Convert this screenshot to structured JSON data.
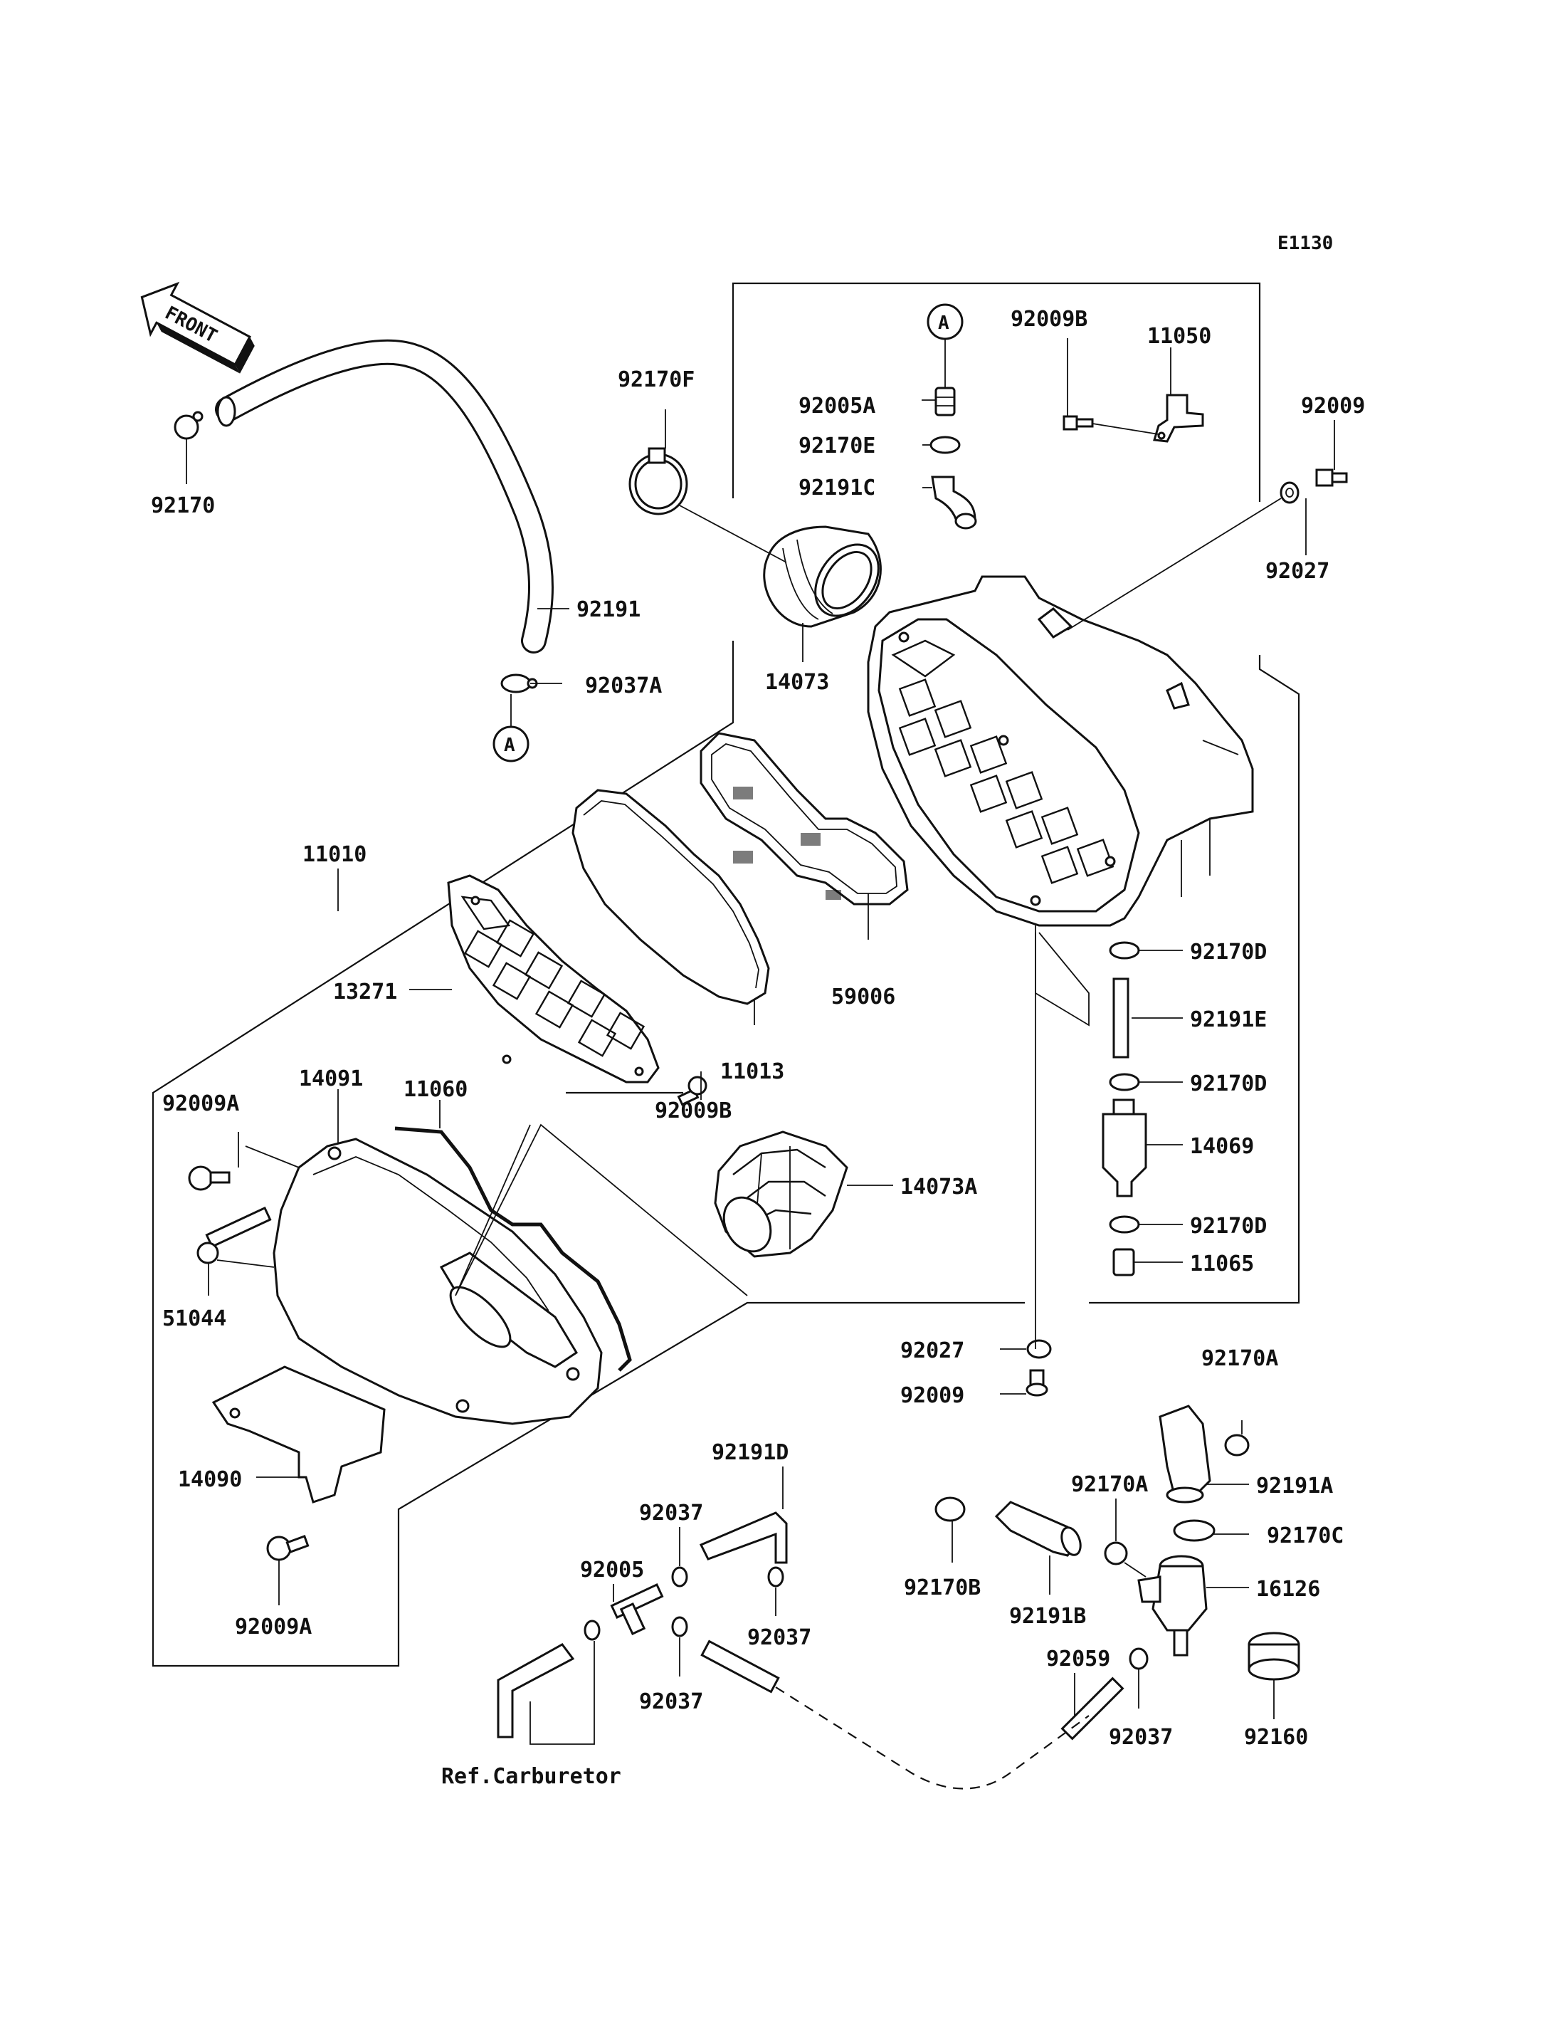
{
  "diagram_code": "E1130",
  "front_label": "FRONT",
  "ref_marker": "A",
  "ref_note": "Ref.Carburetor",
  "labels": [
    "92170F",
    "92005A",
    "92170E",
    "92191C",
    "92009B",
    "11050",
    "92009",
    "92027",
    "92170",
    "92191",
    "92037A",
    "14073",
    "11010",
    "13271",
    "59006",
    "11013",
    "92009B",
    "92170D",
    "92191E",
    "92170D",
    "14069",
    "92170D",
    "11065",
    "92009A",
    "14091",
    "11060",
    "14073A",
    "51044",
    "14090",
    "92009A",
    "92027",
    "92009",
    "92170A",
    "92191A",
    "92170C",
    "16126",
    "92160",
    "92170A",
    "92191D",
    "92037",
    "92005",
    "92037",
    "92037",
    "92170B",
    "92191B",
    "92059",
    "92037"
  ]
}
